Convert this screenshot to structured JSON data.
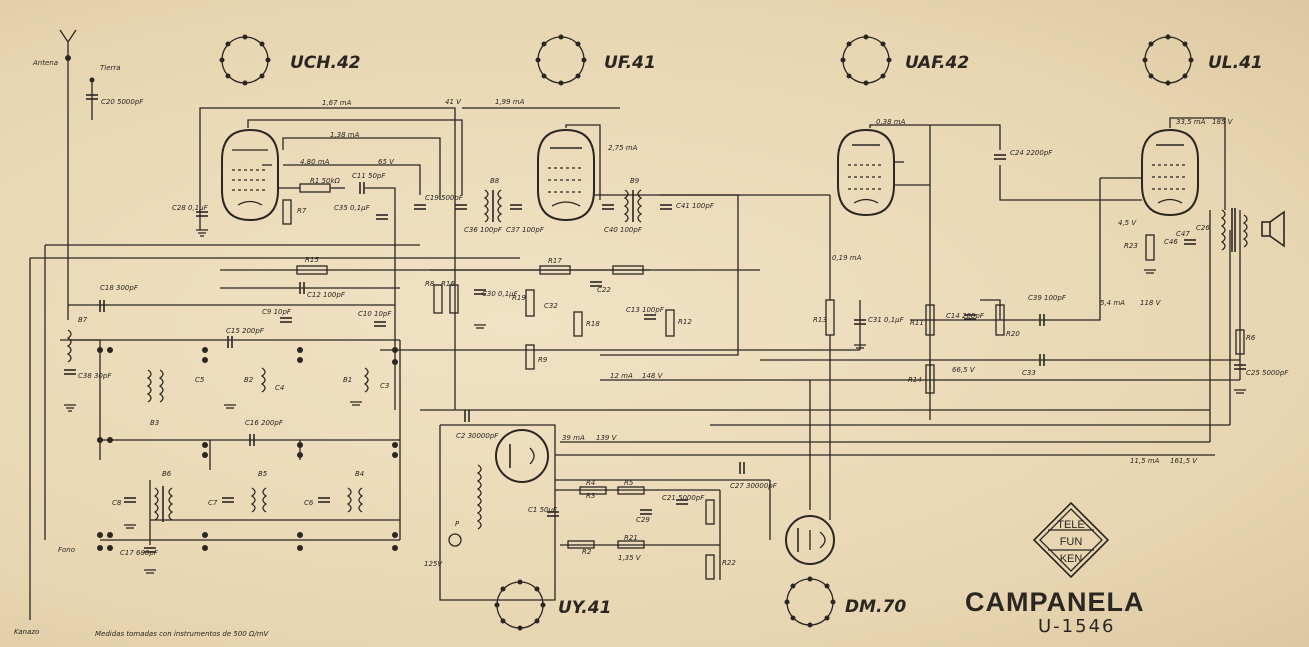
{
  "tubes": [
    {
      "id": "uch42",
      "name": "UCH.42"
    },
    {
      "id": "uf41",
      "name": "UF.41"
    },
    {
      "id": "uaf42",
      "name": "UAF.42"
    },
    {
      "id": "ul41",
      "name": "UL.41"
    },
    {
      "id": "uy41",
      "name": "UY.41"
    },
    {
      "id": "dm70",
      "name": "DM.70"
    }
  ],
  "antenna": {
    "antenna_label": "Antena",
    "ground_label": "Tierra"
  },
  "brand": {
    "logo_line1": "TELE",
    "logo_line2": "FUN",
    "logo_line3": "KEN",
    "title": "CAMPANELA",
    "model": "U-1546"
  },
  "footnote": "Medidas tomadas con instrumentos de 500 Ω/mV",
  "signature": "Kanazo",
  "labels": {
    "measurements": [
      "1,67 mA",
      "1,99 mA",
      "1,38 mA",
      "4,80 mA",
      "2,75 mA",
      "0,38 mA",
      "33,5 mA",
      "0,19 mA",
      "5,4 mA",
      "12 mA",
      "39 mA",
      "11,5 mA",
      "65 V",
      "41 V",
      "148 V",
      "185 V",
      "118 V",
      "66,5 V",
      "161,5 V",
      "139 V",
      "4,5 V",
      "1,35 V"
    ],
    "components": [
      "C20 5000pF",
      "C28 0,1µF",
      "R1 50kΩ",
      "C11 50pF",
      "R7",
      "C35 0,1µF",
      "C19 500pF",
      "B8",
      "C36 100pF",
      "C37 100pF",
      "B9",
      "C40 100pF",
      "C41 100pF",
      "C24 2200pF",
      "C18 300pF",
      "R15",
      "C12 100pF",
      "C9 10pF",
      "C10 10pF",
      "R8",
      "R16",
      "C30 0,1µF",
      "R17",
      "C22",
      "C32",
      "R19",
      "R9",
      "R18",
      "C13 100pF",
      "R12",
      "R13",
      "R11",
      "C31 0,1µF",
      "R14",
      "C14 200pF",
      "C39 100pF",
      "R20",
      "R6",
      "C25 5000pF",
      "C33",
      "C38 30pF",
      "B7",
      "C15 200pF",
      "B2",
      "B1",
      "C5",
      "C4",
      "C3",
      "B3",
      "C16 200pF",
      "B6",
      "B5",
      "B4",
      "C8",
      "C7",
      "C6",
      "C17 680pF",
      "Fono",
      "C2 30000pF",
      "C1 50µF",
      "R4",
      "R5",
      "C21 5000pF",
      "C29",
      "C27 30000pF",
      "R22",
      "R3",
      "R21",
      "R2",
      "C26",
      "C47",
      "C46",
      "R23",
      "P",
      "125V"
    ]
  }
}
